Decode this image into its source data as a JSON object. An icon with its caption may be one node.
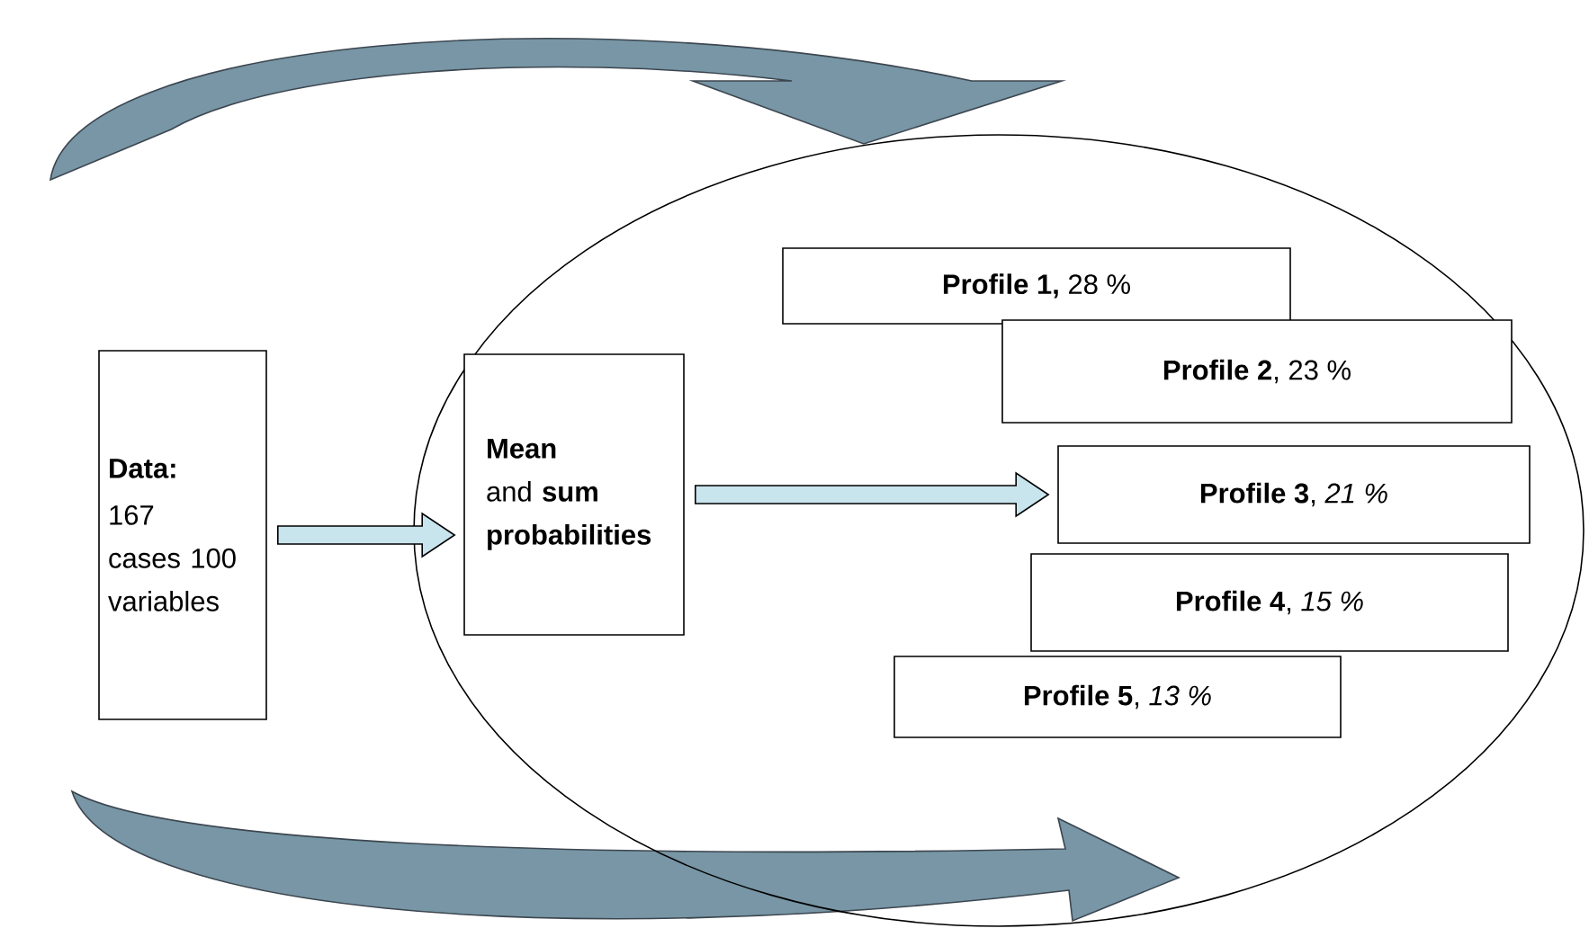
{
  "diagram": {
    "nodes": [
      {
        "text": [],
        "shape": "ellipse"
      },
      {
        "text": [
          "Data:",
          "167 cases 100 variables"
        ]
      },
      {
        "text": [
          "**Mean** and **sum probabilities**"
        ],
        "in": 0
      },
      {
        "text": [
          "**Profile 1,** 28 %"
        ],
        "in": 0
      },
      {
        "text": [
          "**Profile 2**, 23 %"
        ],
        "in": 0
      },
      {
        "text": [
          "**Profile 3**, *21 %*"
        ],
        "in": 0
      },
      {
        "text": [
          "**Profile 4**,  *15 %*"
        ],
        "in": 0
      },
      {
        "text": [
          "**Profile 5**,  *13 %*"
        ],
        "in": 0
      }
    ],
    "edges": [
      {
        "from": 1,
        "to": 2,
        "arrow": "to"
      },
      {
        "from": 2,
        "to": 5,
        "arrow": "to"
      }
    ]
  }
}
